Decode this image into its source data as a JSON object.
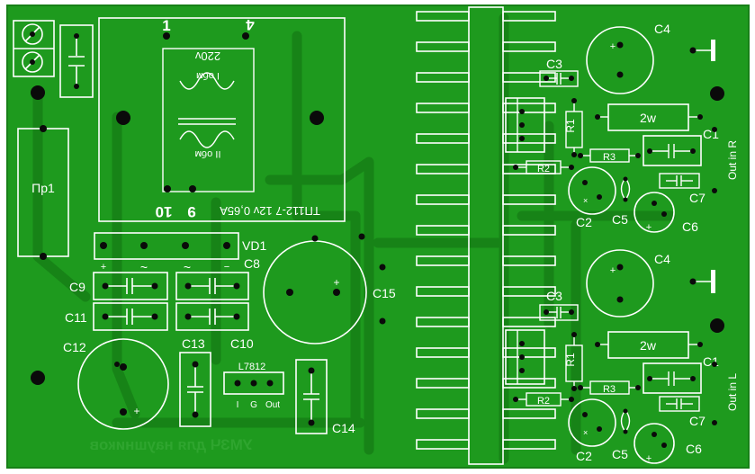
{
  "colors": {
    "board": "#1e9a1e",
    "board_edge": "#178017",
    "track": "#178317",
    "silk": "#ffffff",
    "pad": "#0a0a0a",
    "faint": "#2fa52f"
  },
  "labels": {
    "pr1": "Пр1",
    "vd1": "VD1",
    "c8": "C8",
    "c9": "C9",
    "c11": "C11",
    "c12": "C12",
    "c13": "C13",
    "c10": "C10",
    "c14": "C14",
    "c15": "C15",
    "reg": "L7812",
    "reg_i": "I",
    "reg_g": "G",
    "reg_out": "Out",
    "plus": "+",
    "minus": "−",
    "tilde": "~",
    "tr_pin1": "1",
    "tr_pin4": "4",
    "tr_pin9": "9",
    "tr_pin10": "10",
    "tr_w1": "220v",
    "tr_w1b": "I обм",
    "tr_w2": "II обм",
    "tr_model": "ТП112-7 12v 0,65A",
    "bottom": "УМЗЧ для наушников",
    "ch_c4": "C4",
    "ch_c3": "C3",
    "ch_2w": "2w",
    "ch_c1": "C1",
    "ch_r1": "R1",
    "ch_r2": "R2",
    "ch_r3": "R3",
    "ch_c2": "C2",
    "ch_c5": "C5",
    "ch_c6": "C6",
    "ch_c7": "C7",
    "out_r": "Out in R",
    "out_l": "Out in L"
  }
}
